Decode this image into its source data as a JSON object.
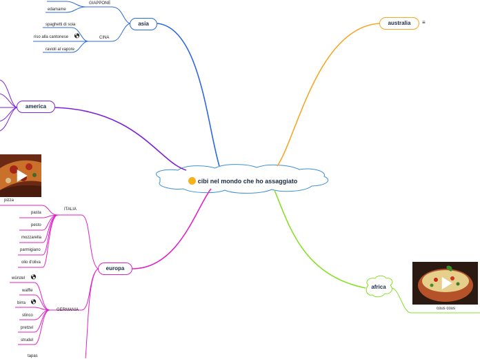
{
  "central": {
    "title": "cibi nel mondo che ho assaggiato",
    "emoji": "star-struck-emoji"
  },
  "colors": {
    "asia": "#2b67e0",
    "australia": "#f5a623",
    "america": "#7a22d8",
    "europa": "#e020c8",
    "africa": "#86e026",
    "center_border": "#3a8fd8"
  },
  "asia": {
    "label": "asia",
    "giappone": {
      "label": "GIAPPONE",
      "items": [
        "edamame"
      ]
    },
    "cina": {
      "label": "CINA",
      "items": [
        "spaghetti di soia",
        "riso alla cantonese",
        "ravioli al vapore"
      ]
    }
  },
  "australia": {
    "label": "australia",
    "note_icon": "notes-icon"
  },
  "america": {
    "label": "america"
  },
  "europa": {
    "label": "europa",
    "pizza_caption": "pizza",
    "italia": {
      "label": "ITALIA",
      "items": [
        "pasta",
        "pesto",
        "mozzarella",
        "parmigiano",
        "olio d'oliva"
      ]
    },
    "germania": {
      "label": "GERMANIA",
      "items": [
        "würstel",
        "waffle",
        "birra",
        "stinco",
        "pretzel",
        "strudel"
      ]
    },
    "tapas": "tapas"
  },
  "africa": {
    "label": "africa",
    "media_caption": "cous cous"
  }
}
